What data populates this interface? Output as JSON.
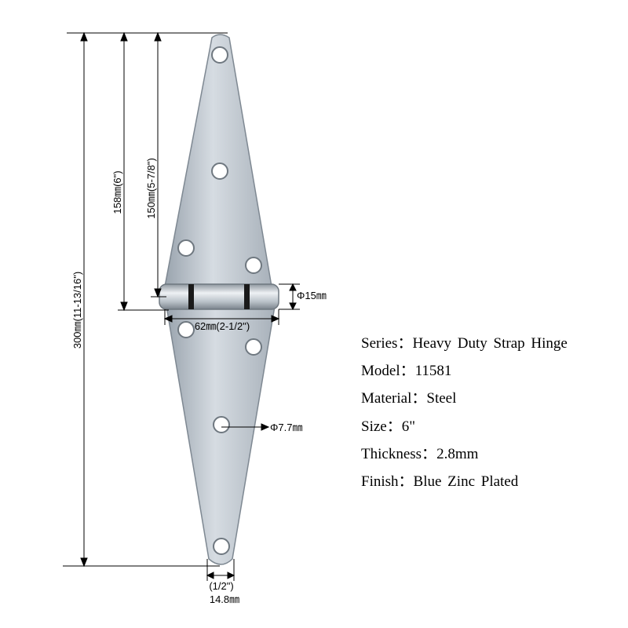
{
  "colors": {
    "plate": "#bcc4cc",
    "plate_edge": "#7e8892",
    "hole": "#ffffff",
    "line": "#000000"
  },
  "dimensions": {
    "total_length": "300㎜(11-13/16\")",
    "leaf_length": "158㎜(6\")",
    "hole_span": "150㎜(5-7/8\")",
    "barrel_diameter": "Φ15㎜",
    "barrel_width": "62㎜(2-1/2\")",
    "hole_diameter": "Φ7.7㎜",
    "tip_width_inch": "(1/2\")",
    "tip_width_mm": "14.8㎜"
  },
  "specs": [
    {
      "label": "Series",
      "value": "Heavy Duty Strap Hinge"
    },
    {
      "label": "Model",
      "value": "11581"
    },
    {
      "label": "Material",
      "value": "Steel"
    },
    {
      "label": "Size",
      "value": "6\""
    },
    {
      "label": "Thickness",
      "value": "2.8mm"
    },
    {
      "label": "Finish",
      "value": "Blue Zinc Plated"
    }
  ]
}
